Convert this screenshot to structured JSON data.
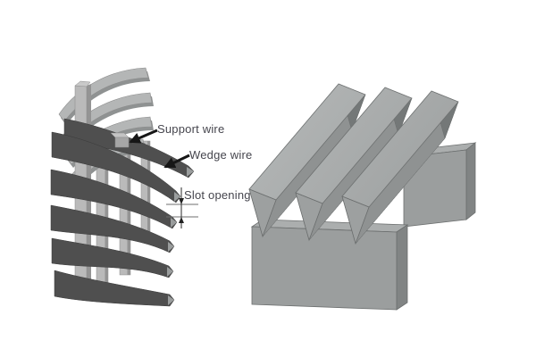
{
  "figure": {
    "labels": {
      "support_wire": "Support wire",
      "wedge_wire": "Wedge wire",
      "slot_opening": "Slot opening"
    }
  },
  "colors": {
    "bg": "#ffffff",
    "band-dark": "#4f4f4f",
    "band-edge": "#3a3a3a",
    "rod-light": "#bababa",
    "rod-shade": "#949494",
    "blade-light": "#b4b6b6",
    "blade-under": "#8f9292",
    "metal-flank": "#8f9292",
    "metal-flank-dark": "#7c7f7f",
    "metal-front": "#9da0a0",
    "metal-end": "#747878",
    "bar-front": "#9b9e9e",
    "bar-top": "#abaeae",
    "bar-side": "#818484",
    "facet": "#9a9d9d",
    "label-text": "#45454d",
    "arrow-color": "#161616",
    "dim-color": "#6f6f6f"
  }
}
